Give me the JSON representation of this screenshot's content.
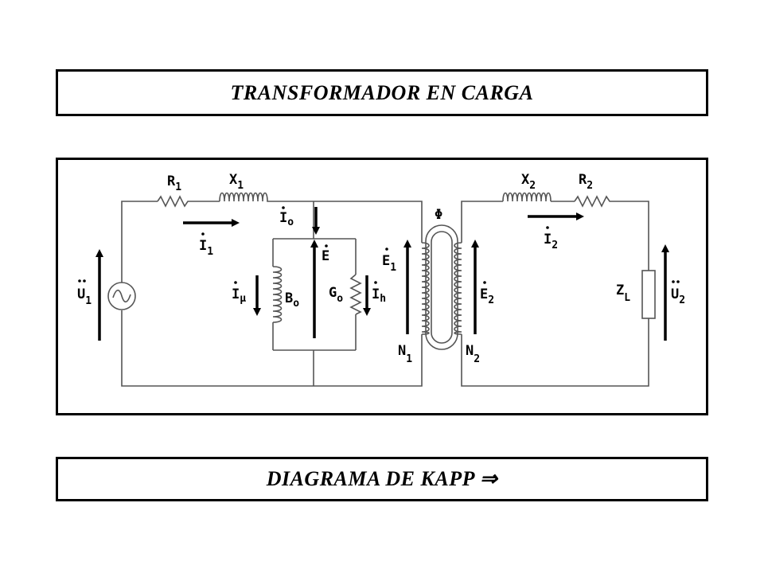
{
  "header": {
    "title": "TRANSFORMADOR EN CARGA"
  },
  "footer": {
    "title": "DIAGRAMA DE KAPP ⇒"
  },
  "circuit": {
    "R1": {
      "main": "R",
      "sub": "1"
    },
    "X1": {
      "main": "X",
      "sub": "1"
    },
    "X2": {
      "main": "X",
      "sub": "2"
    },
    "R2": {
      "main": "R",
      "sub": "2"
    },
    "I1": {
      "main": "I",
      "sub": "1"
    },
    "I2": {
      "main": "I",
      "sub": "2"
    },
    "I0": {
      "main": "I",
      "sub": "o"
    },
    "E": {
      "main": "E"
    },
    "Imu": {
      "main": "I",
      "sub": "μ"
    },
    "B0": {
      "main": "B",
      "sub": "o"
    },
    "G0": {
      "main": "G",
      "sub": "o"
    },
    "Ih": {
      "main": "I",
      "sub": "h"
    },
    "E1": {
      "main": "E",
      "sub": "1"
    },
    "E2": {
      "main": "E",
      "sub": "2"
    },
    "N1": {
      "main": "N",
      "sub": "1"
    },
    "N2": {
      "main": "N",
      "sub": "2"
    },
    "Phi": {
      "main": "Φ"
    },
    "U1": {
      "main": "U",
      "sub": "1"
    },
    "U2": {
      "main": "U",
      "sub": "2"
    },
    "ZL": {
      "main": "Z",
      "sub": "L"
    }
  }
}
